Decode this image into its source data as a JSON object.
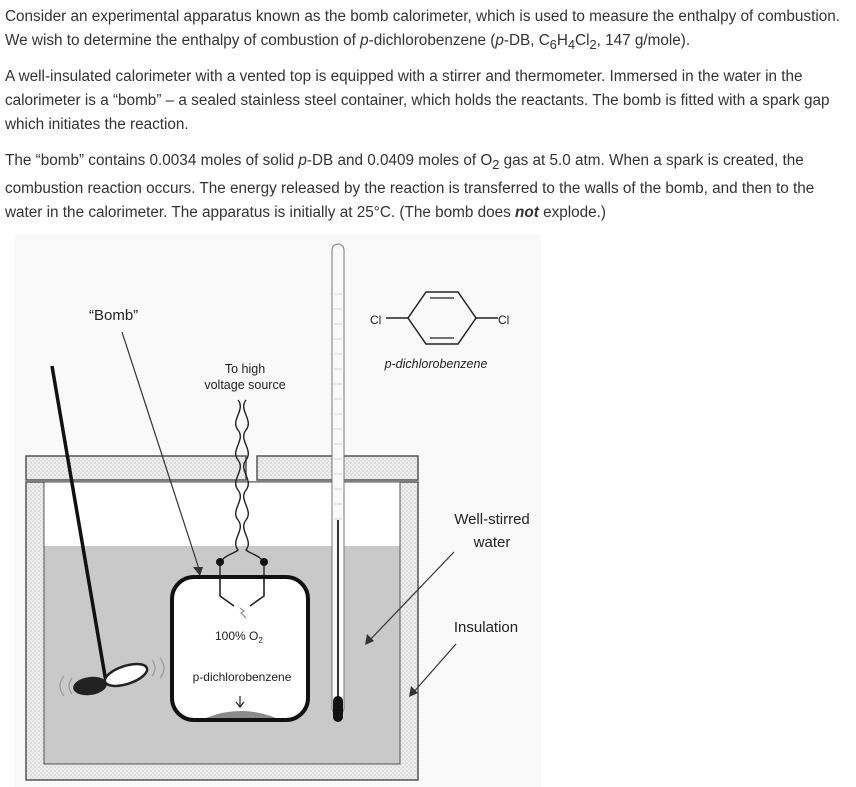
{
  "paragraph1": {
    "text1": "Consider an experimental apparatus known as the bomb calorimeter, which is used to measure the enthalpy of combustion. We wish to determine the enthalpy of combustion of ",
    "pdb_italic": "p",
    "text2": "-dichlorobenzene (",
    "pdb2_italic": "p",
    "text3": "-DB, C",
    "sub6": "6",
    "textH": "H",
    "sub4": "4",
    "textCl": "Cl",
    "sub2": "2",
    "text4": ", 147 g/mole)."
  },
  "paragraph2": {
    "text": "A well-insulated calorimeter with a vented top is equipped with a stirrer and thermometer.  Immersed in the water in the calorimeter is a “bomb” – a sealed stainless steel container, which holds the reactants. The bomb is fitted with a spark gap which initiates the reaction."
  },
  "paragraph3": {
    "text1": "The “bomb” contains 0.0034 moles of solid ",
    "p_italic": "p",
    "text2": "-DB and 0.0409 moles of O",
    "sub2": "2",
    "text3": " gas at 5.0 atm.  When a spark is created, the combustion reaction occurs. The energy released by the reaction is transferred to the walls of the bomb, and then to the water in the calorimeter. The apparatus is initially at 25°C. (The bomb does ",
    "not_bold": "not",
    "text4": " explode.)"
  },
  "figure": {
    "bomb_label": "“Bomb”",
    "voltage_label_line1": "To high",
    "voltage_label_line2": "voltage source",
    "cl_left": "Cl",
    "cl_right": "Cl",
    "molecule_name": "p-dichlorobenzene",
    "water_label_line1": "Well-stirred",
    "water_label_line2": "water",
    "insulation_label": "Insulation",
    "oxygen_label": "100% O",
    "oxygen_sub": "2",
    "bomb_contents_label": "p-dichlorobenzene"
  },
  "colors": {
    "water": "#c9c9c9",
    "insulation": "#e6e6e6",
    "text": "#333333"
  }
}
